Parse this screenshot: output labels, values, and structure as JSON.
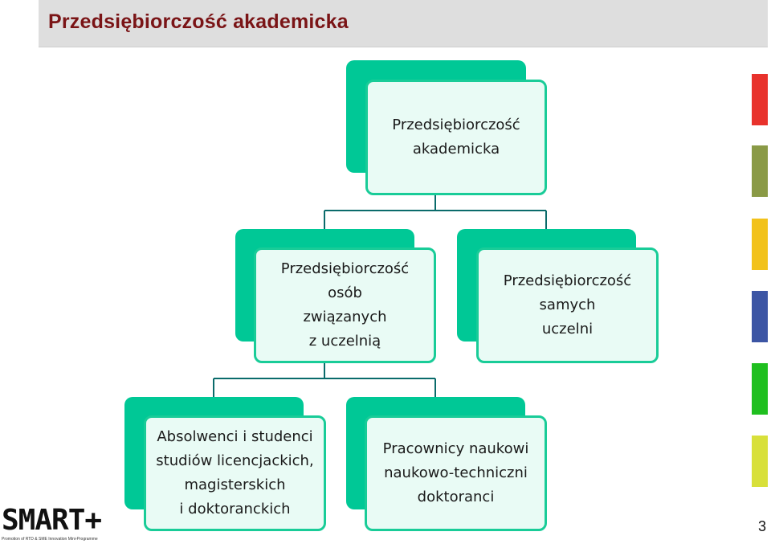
{
  "header": {
    "title": "Przedsiębiorczość akademicka"
  },
  "diagram": {
    "root": {
      "label": "Przedsiębiorczość\nakademicka"
    },
    "level2": [
      {
        "label": "Przedsiębiorczość\nosób\nzwiązanych\nz uczelnią"
      },
      {
        "label": "Przedsiębiorczość\nsamych\nuczelni"
      }
    ],
    "level3": [
      {
        "label": "Absolwenci i studenci\nstudiów licencjackich,\nmagisterskich\ni doktoranckich"
      },
      {
        "label": "Pracownicy naukowi\nnaukowo-techniczni\ndoktoranci"
      }
    ]
  },
  "colors": {
    "node_fill": "#00c896",
    "node_front": "#e9fbf5",
    "connector": "#0a6b6b",
    "title": "#7a1416",
    "strip": [
      "#e8322c",
      "#8a9a46",
      "#f2c21a",
      "#3c55a4",
      "#1fbf1f",
      "#d8e03a"
    ]
  },
  "footer": {
    "logo": "SMART+",
    "logo_sub": "Promotion of RTD & SME Innovation Mini-Programme",
    "page_number": "3"
  }
}
